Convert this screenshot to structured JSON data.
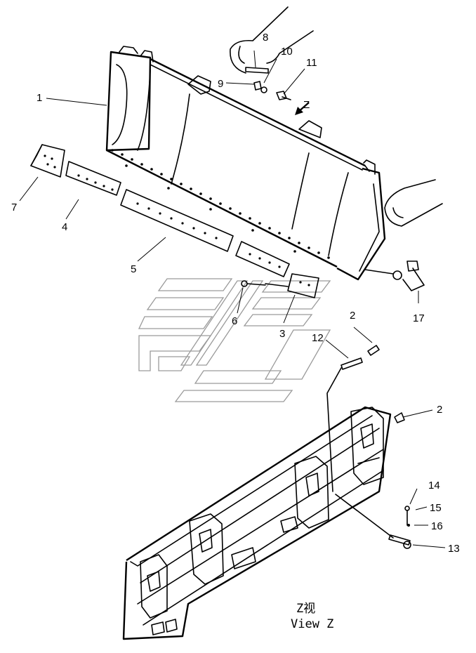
{
  "parts": [
    {
      "id": "part-1",
      "label": "1"
    },
    {
      "id": "part-2a",
      "label": "2"
    },
    {
      "id": "part-2b",
      "label": "2"
    },
    {
      "id": "part-3",
      "label": "3"
    },
    {
      "id": "part-4",
      "label": "4"
    },
    {
      "id": "part-5",
      "label": "5"
    },
    {
      "id": "part-6",
      "label": "6"
    },
    {
      "id": "part-7",
      "label": "7"
    },
    {
      "id": "part-8",
      "label": "8"
    },
    {
      "id": "part-9",
      "label": "9"
    },
    {
      "id": "part-10",
      "label": "10"
    },
    {
      "id": "part-11",
      "label": "11"
    },
    {
      "id": "part-12",
      "label": "12"
    },
    {
      "id": "part-13",
      "label": "13"
    },
    {
      "id": "part-14",
      "label": "14"
    },
    {
      "id": "part-15",
      "label": "15"
    },
    {
      "id": "part-16",
      "label": "16"
    },
    {
      "id": "part-17",
      "label": "17"
    }
  ],
  "view_marker": "Z",
  "caption": {
    "chinese": "Z视",
    "english": "View Z"
  }
}
